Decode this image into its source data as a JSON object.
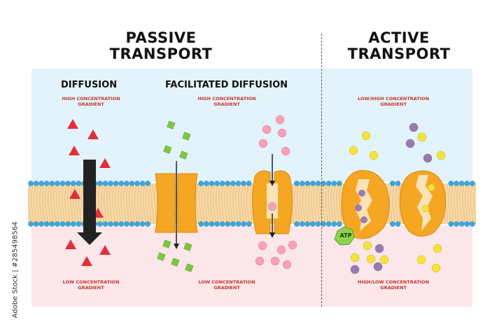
{
  "passive_title": [
    "PASSIVE",
    "TRANSPORT"
  ],
  "active_title": [
    "ACTIVE",
    "TRANSPORT"
  ],
  "diffusion_label": "DIFFUSION",
  "facilitated_label": "FACILITATED DIFFUSION",
  "gradients": {
    "high": [
      "HIGH CONCENTRATION",
      "GRADIENT"
    ],
    "low": [
      "LOW CONCENTRATION",
      "GRADIENT"
    ],
    "low_high": [
      "LOW/HIGH CONCENTRATION",
      "GRADIENT"
    ],
    "high_low": [
      "HIGH/LOW CONCENTRATION",
      "GRADIENT"
    ]
  },
  "atp_label": "ATP",
  "credit": "Adobe Stock | #285498564",
  "colors": {
    "top_bg": "#e3f3fb",
    "bottom_bg": "#fbe6ea",
    "membrane_fill": "#f7d9a8",
    "head_blue": "#3aa7e0",
    "protein_orange": "#f5a623",
    "red_molecule": "#e0303a",
    "green_molecule": "#7cc843",
    "pink_molecule": "#f4a2b8",
    "purple_molecule": "#9a7bb0",
    "yellow_molecule": "#f5e23a",
    "atp_green": "#8fd14f"
  }
}
